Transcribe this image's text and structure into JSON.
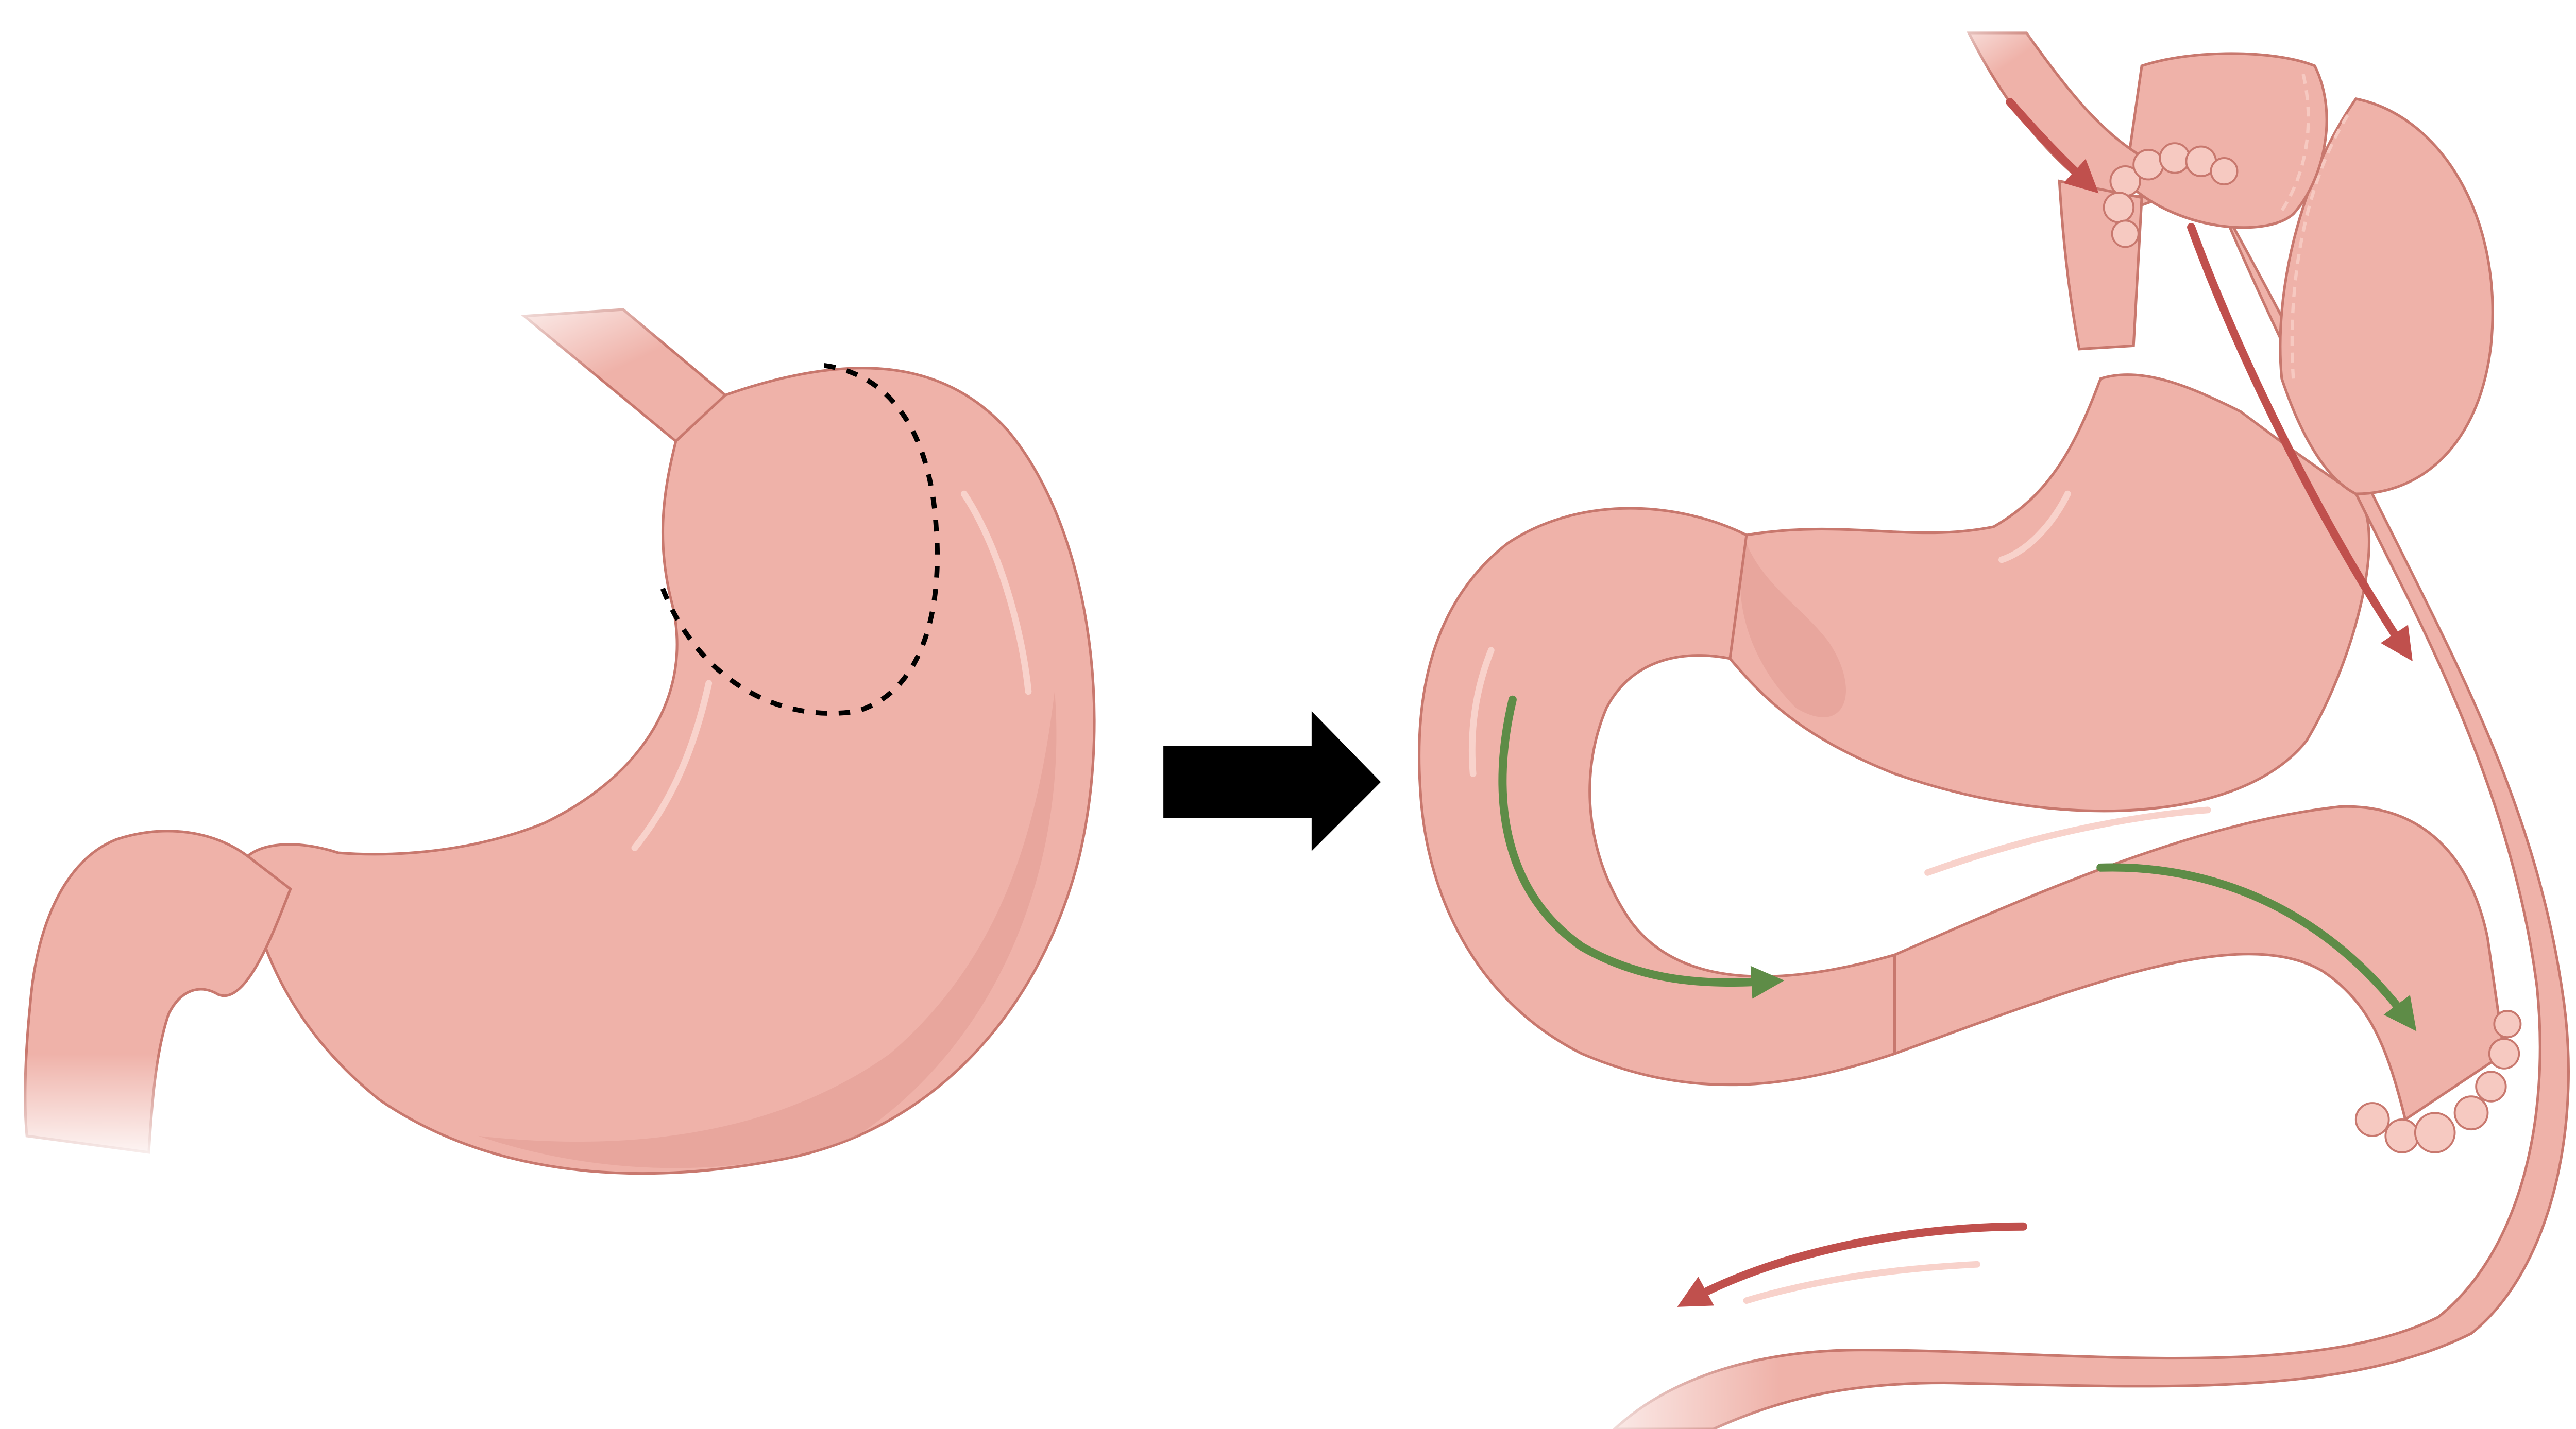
{
  "diagram": {
    "colors": {
      "tissue": "#EFB2A9",
      "tissue_shadow": "#E29C93",
      "tissue_highlight": "#F8D2CB",
      "outline": "#C8786E",
      "esophagus_fade": "#F3C4BC",
      "staple": "#F6C9C1",
      "food_flow_arrow": "#C0504D",
      "digestive_juice_arrow": "#5E8C47",
      "transition_arrow": "#000000",
      "cut_line": "#000000"
    },
    "panels": {
      "before": {
        "name": "normal-stomach",
        "shows_cut_line": true
      },
      "after": {
        "name": "gastric-bypass-result"
      }
    },
    "arrows": {
      "transition": {
        "direction": "right"
      },
      "food_flow_count": 3,
      "digestive_juice_count": 2
    }
  }
}
